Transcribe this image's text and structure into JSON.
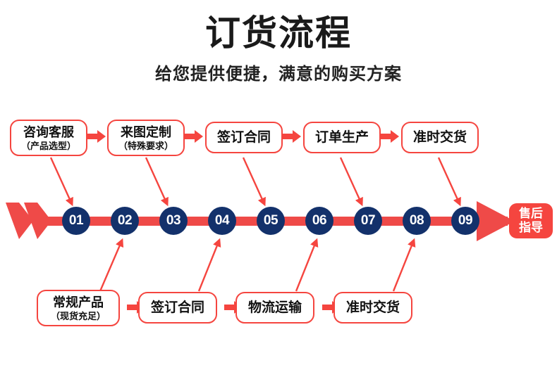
{
  "header": {
    "title": "订货流程",
    "subtitle": "给您提供便捷，满意的购买方案"
  },
  "colors": {
    "accent_red": "#F5453F",
    "track_red": "#EF4A48",
    "circle_navy": "#13316B",
    "box_border": "#F5453F",
    "text_dark": "#111111",
    "background": "#FFFFFF"
  },
  "top_row": [
    {
      "main": "咨询客服",
      "sub": "（产品选型）",
      "connects_to": "01"
    },
    {
      "main": "来图定制",
      "sub": "（特殊要求）",
      "connects_to": "03"
    },
    {
      "main": "签订合同",
      "sub": "",
      "connects_to": "05"
    },
    {
      "main": "订单生产",
      "sub": "",
      "connects_to": "07"
    },
    {
      "main": "准时交货",
      "sub": "",
      "connects_to": "09"
    }
  ],
  "bottom_row": [
    {
      "main": "常规产品",
      "sub": "（现货充足）",
      "connects_to": "02"
    },
    {
      "main": "签订合同",
      "sub": "",
      "connects_to": "04"
    },
    {
      "main": "物流运输",
      "sub": "",
      "connects_to": "06"
    },
    {
      "main": "准时交货",
      "sub": "",
      "connects_to": "08"
    }
  ],
  "steps": [
    {
      "number": "01"
    },
    {
      "number": "02"
    },
    {
      "number": "03"
    },
    {
      "number": "04"
    },
    {
      "number": "05"
    },
    {
      "number": "06"
    },
    {
      "number": "07"
    },
    {
      "number": "08"
    },
    {
      "number": "09"
    }
  ],
  "end_badge": {
    "line1": "售后",
    "line2": "指导"
  },
  "icons": {
    "chevron_start": "double-chevron-right-icon",
    "arrow_end": "arrow-right-icon",
    "connector_down": "arrow-down-right-icon",
    "connector_up": "arrow-up-right-icon",
    "box_link": "arrow-right-small-icon"
  }
}
